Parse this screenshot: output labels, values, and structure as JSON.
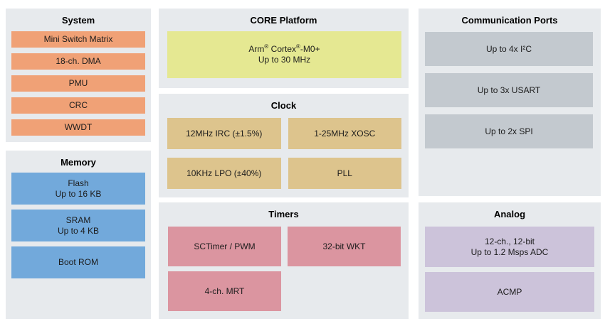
{
  "colors": {
    "panel_bg": "#E7EAED",
    "system_block": "#F0A176",
    "memory_block": "#72A9DB",
    "core_block": "#E5E892",
    "clock_block": "#DDC48D",
    "timers_block": "#DB95A0",
    "comm_block": "#C3C9CF",
    "analog_block": "#CCC3DA",
    "text": "#1C1C1C"
  },
  "panels": {
    "system": {
      "title": "System",
      "blocks": [
        "Mini Switch Matrix",
        "18-ch. DMA",
        "PMU",
        "CRC",
        "WWDT"
      ]
    },
    "memory": {
      "title": "Memory",
      "blocks": [
        {
          "line1": "Flash",
          "line2": "Up to 16 KB"
        },
        {
          "line1": "SRAM",
          "line2": "Up to 4 KB"
        },
        {
          "line1": "Boot ROM"
        }
      ]
    },
    "core": {
      "title": "CORE Platform",
      "cpu": {
        "parts": [
          "Arm",
          "®",
          " Cortex",
          "®",
          "-M0+"
        ],
        "line2": "Up to 30 MHz"
      }
    },
    "clock": {
      "title": "Clock",
      "blocks": [
        "12MHz IRC (±1.5%)",
        "1-25MHz XOSC",
        "10KHz LPO (±40%)",
        "PLL"
      ]
    },
    "timers": {
      "title": "Timers",
      "blocks": [
        "SCTimer / PWM",
        "32-bit WKT",
        "4-ch. MRT"
      ]
    },
    "comm": {
      "title": "Communication Ports",
      "blocks": [
        "Up to 4x I²C",
        "Up to 3x USART",
        "Up to 2x SPI"
      ]
    },
    "analog": {
      "title": "Analog",
      "blocks": [
        {
          "line1": "12-ch., 12-bit",
          "line2": "Up to 1.2 Msps ADC"
        },
        {
          "line1": "ACMP"
        }
      ]
    }
  }
}
